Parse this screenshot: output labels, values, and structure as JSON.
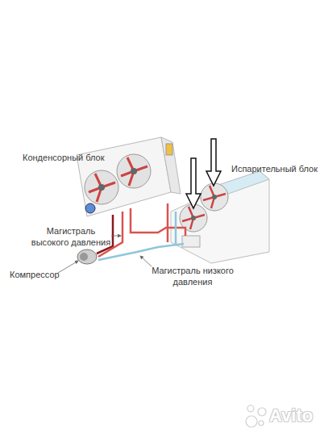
{
  "diagram": {
    "labels": [
      "Конденсорный блок",
      "Магистраль высокого давления",
      "Компрессор",
      "Испарительный блок",
      "Магистраль низкого давления",
      "Avito"
    ]
  }
}
